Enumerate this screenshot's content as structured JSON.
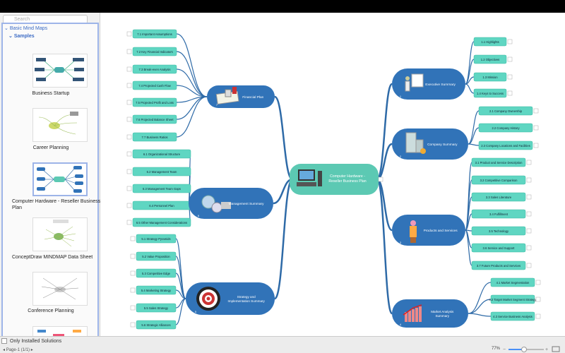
{
  "sidebar": {
    "search_placeholder": "Search",
    "category": "Basic Mind Maps",
    "subcategory": "Samples",
    "items": [
      {
        "label": "Business Startup"
      },
      {
        "label": "Career Planning"
      },
      {
        "label": "Computer Hardware - Reseller Business Plan",
        "selected": true
      },
      {
        "label": "ConceptDraw MINDMAP Data Sheet"
      },
      {
        "label": "Conference Planning"
      }
    ],
    "only_installed": "Only Installed Solutions"
  },
  "status": {
    "page": "Page-1 (1/1)",
    "zoom": "77%"
  },
  "mindmap": {
    "center": "Computer Hardware - Reseller Business Plan",
    "colors": {
      "center": "#5cc9b3",
      "branch": "#3173b8",
      "leaf": "#5fd6c2",
      "line": "#2e6aa7"
    },
    "branches": [
      {
        "label": "Financial Plan",
        "num": "7",
        "icon": "calculator-icon",
        "leaves": [
          "7.1 Important Assumptions",
          "7.2 Key Financial Indicators",
          "7.3 Break-even Analysis",
          "7.4 Projected Cash Flow",
          "7.5 Projected Profit and Loss",
          "7.6 Projected Balance Sheet",
          "7.7 Business Ratios"
        ]
      },
      {
        "label": "Management Summary",
        "num": "6",
        "icon": "gears-icon",
        "leaves": [
          "6.1 Organizational Structure",
          "6.2 Management Team",
          "6.3 Management Team Gaps",
          "6.4 Personnel Plan",
          "6.5 Other Management Considerations"
        ]
      },
      {
        "label": "Strategy and Implementation Summary",
        "num": "5",
        "icon": "target-icon",
        "leaves": [
          "5.1 Strategy Pyramids",
          "5.2 Value Proposition",
          "5.3 Competitive Edge",
          "5.4 Marketing Strategy",
          "5.5 Sales Strategy",
          "5.6 Strategic Alliances"
        ]
      },
      {
        "label": "Executive Summary",
        "num": "1",
        "icon": "presenter-icon",
        "leaves": [
          "1.1 Highlights",
          "1.2 Objectives",
          "1.3 Mission",
          "1.4 Keys to Success"
        ]
      },
      {
        "label": "Company Summary",
        "num": "2",
        "icon": "building-icon",
        "leaves": [
          "2.1 Company Ownership",
          "2.2 Company History",
          "2.3 Company Locations and Facilities"
        ]
      },
      {
        "label": "Products and Services",
        "num": "3",
        "icon": "worker-icon",
        "leaves": [
          "3.1 Product and Service Description",
          "3.2 Competitive Comparison",
          "3.3 Sales Literature",
          "3.4 Fulfillment",
          "3.5 Technology",
          "3.6 Service and Support",
          "3.7 Future Products and Services"
        ]
      },
      {
        "label": "Market Analysis Summary",
        "num": "4",
        "icon": "chart-icon",
        "leaves": [
          "4.1 Market Segmentation",
          "4.2 Target Market Segment Strategy",
          "4.3 Service Business Analysis"
        ]
      }
    ]
  }
}
